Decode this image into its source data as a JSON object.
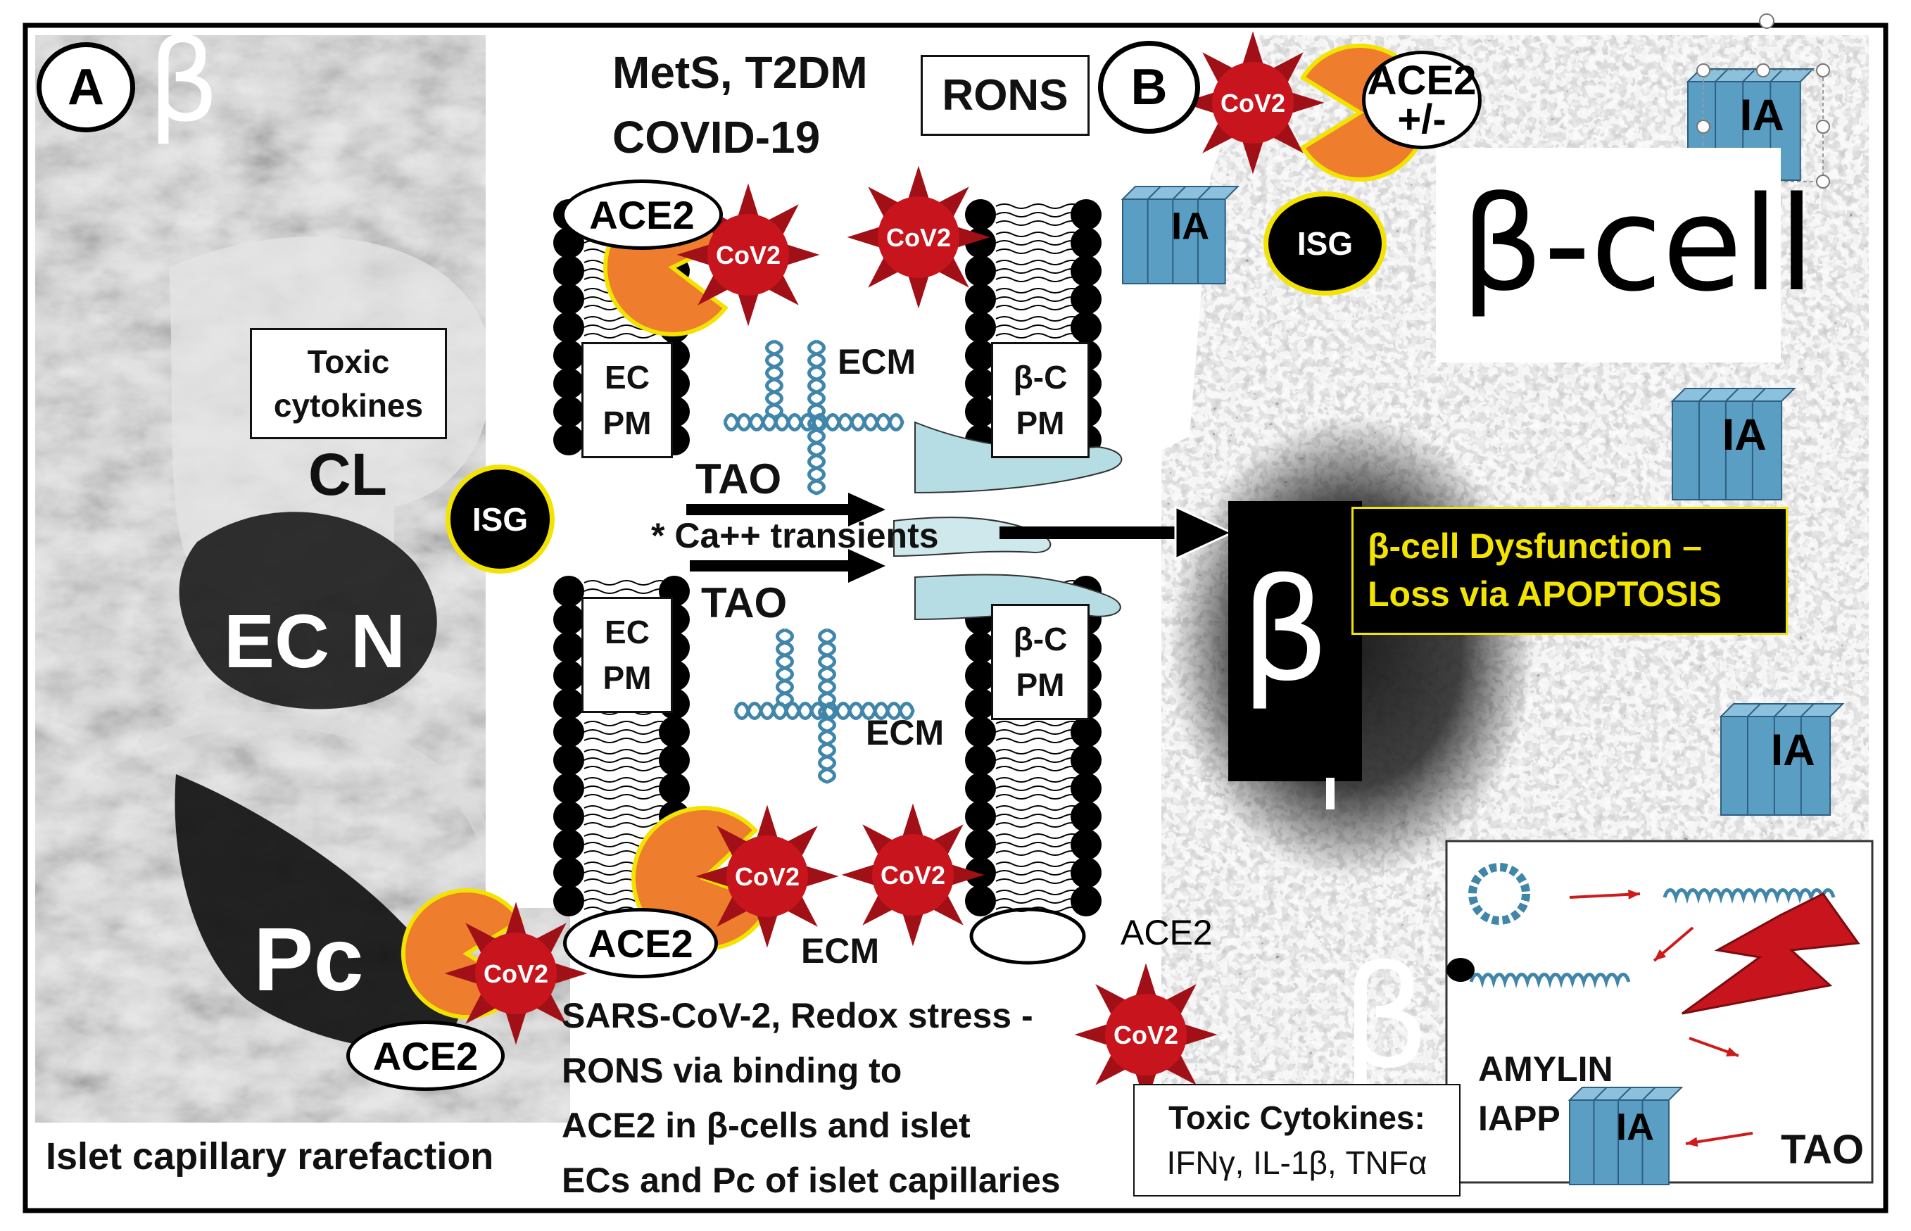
{
  "panel_a": {
    "letter": "A",
    "beta_symbol": "β",
    "toxic_cytokines": [
      "Toxic",
      "cytokines"
    ],
    "cl": "CL",
    "ec_n": "EC N",
    "pc": "Pc",
    "isg": "ISG",
    "ace2": "ACE2",
    "caption": "Islet capillary rarefaction"
  },
  "header": {
    "line1": "MetS, T2DM",
    "line2": "COVID-19",
    "rons": "RONS"
  },
  "center": {
    "ace2_top": "ACE2",
    "ace2_bottom": "ACE2",
    "ace2_right": "ACE2",
    "ec_pm": [
      "EC",
      "PM"
    ],
    "bc_pm": [
      "β-C",
      "PM"
    ],
    "ecm": "ECM",
    "tao": "TAO",
    "ca_transients": "* Ca++ transients",
    "note_lines": [
      "SARS-CoV-2, Redox stress -",
      "RONS via binding to",
      "ACE2 in β-cells and islet",
      "ECs and Pc of islet capillaries"
    ]
  },
  "virus_label": "CoV2",
  "ia_label": "IA",
  "panel_b": {
    "letter": "B",
    "ace2_pm": [
      "ACE2",
      "+/-"
    ],
    "isg": "ISG",
    "beta_cell": "β-cell",
    "beta_symbol": "β",
    "dysfunction": [
      "β-cell Dysfunction –",
      "Loss via APOPTOSIS"
    ],
    "toxic_cytokines_title": "Toxic Cytokines:",
    "toxic_cytokines_list": "IFNγ, IL-1β, TNFα",
    "amylin": "AMYLIN",
    "iapp": "IAPP",
    "tao": "TAO"
  },
  "colors": {
    "virus": "#c8141c",
    "spike": "#a01016",
    "ace2_orange": "#ee7d2d",
    "ia_blue": "#5b9ec4",
    "ecm_blue": "#3f86aa",
    "yellow": "#f2e400",
    "arrow_red": "#cf1a1a"
  },
  "icons": [
    "cov2-virus-icon",
    "ion-channel-icon",
    "amyloid-fibril-icon",
    "ecm-strand-icon",
    "lightning-bolt-icon"
  ]
}
